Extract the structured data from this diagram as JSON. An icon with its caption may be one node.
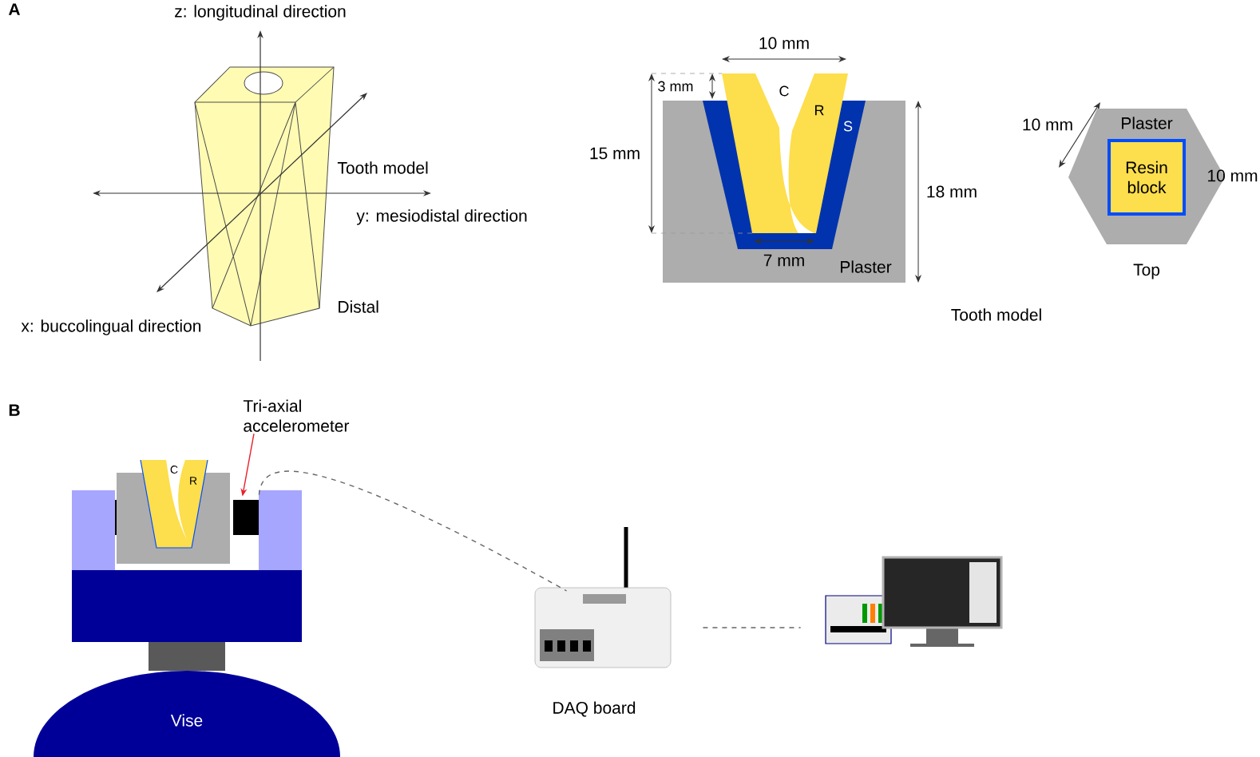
{
  "diagram": {
    "nodes": [
      {
        "text": [
          "Plaster"
        ],
        "beside": [
          "Top"
        ]
      },
      {
        "text": [
          "Resin block"
        ],
        "in": 0
      },
      {
        "text": [
          "Tri-axial accelerometer"
        ]
      },
      {
        "text": [],
        "shape": "box"
      },
      {
        "text": [
          "Vise"
        ]
      },
      {
        "text": [],
        "shape": "picture",
        "beside": [
          "DAQ board"
        ]
      },
      {
        "text": [],
        "shape": "picture"
      }
    ],
    "edges": [
      {
        "from": 2,
        "to": 3,
        "arrow": "to",
        "color": "#e8202a"
      },
      {
        "from": 3,
        "to": 5,
        "arrow": "none",
        "style": "dashed"
      },
      {
        "from": 5,
        "to": 6,
        "arrow": "none",
        "style": "dashed"
      }
    ],
    "labels": [
      "A",
      "z: longitudinal direction",
      "Tooth model",
      "y: mesiodistal direction",
      "Distal",
      "x: buccolingual direction",
      "10 mm",
      "3 mm",
      "C",
      "R",
      "S",
      "15 mm",
      "18 mm",
      "7 mm",
      "Plaster",
      "10 mm",
      "10 mm",
      "Tooth model",
      "B",
      "C",
      "R"
    ]
  }
}
